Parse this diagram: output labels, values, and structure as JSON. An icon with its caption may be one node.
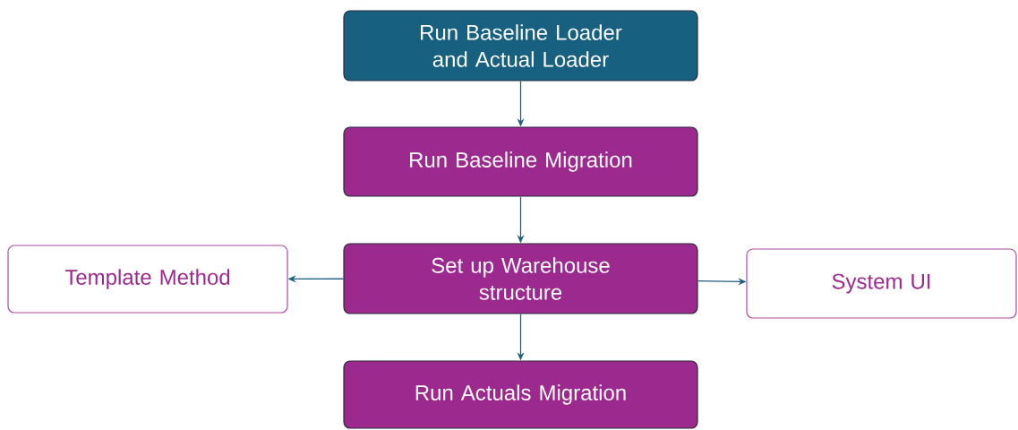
{
  "diagram": {
    "nodes": [
      {
        "text": [
          "Run Baseline Loader and Actual Loader"
        ]
      },
      {
        "text": [
          "Run Baseline Migration"
        ]
      },
      {
        "text": [
          "Set up Warehouse structure"
        ]
      },
      {
        "text": [
          "Template Method"
        ]
      },
      {
        "text": [
          "System UI"
        ]
      },
      {
        "text": [
          "Run Actuals Migration"
        ]
      }
    ],
    "edges": [
      {
        "from": 0,
        "to": 1,
        "arrow": "to"
      },
      {
        "from": 1,
        "to": 2,
        "arrow": "to"
      },
      {
        "from": 2,
        "to": 3,
        "arrow": "to"
      },
      {
        "from": 2,
        "to": 4,
        "arrow": "to"
      },
      {
        "from": 2,
        "to": 5,
        "arrow": "to"
      }
    ]
  }
}
